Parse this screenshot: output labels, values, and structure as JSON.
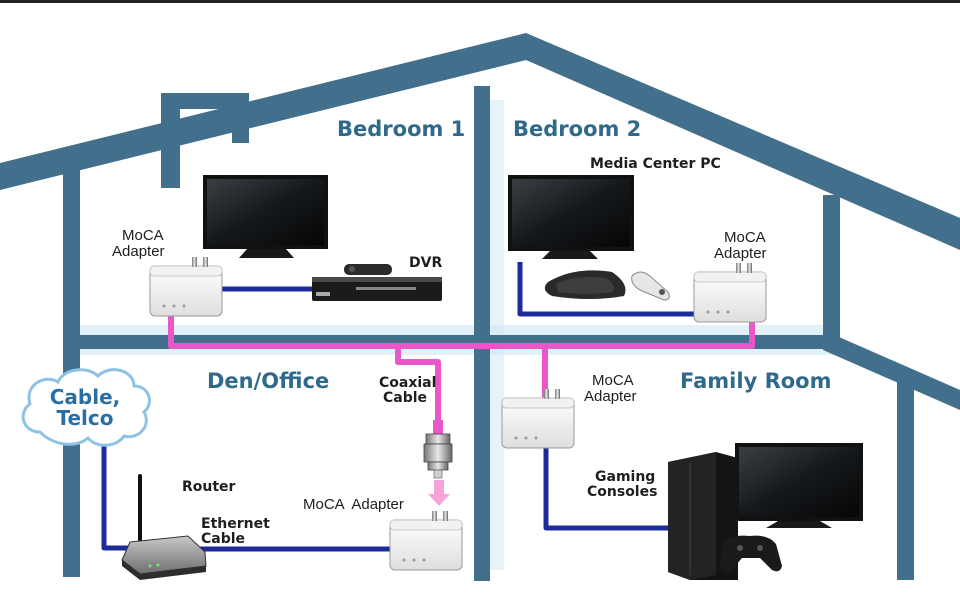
{
  "rooms": {
    "bedroom1": "Bedroom 1",
    "bedroom2": "Bedroom 2",
    "den_office": "Den/Office",
    "family_room": "Family Room"
  },
  "labels": {
    "media_center_pc": "Media Center PC",
    "dvr": "DVR",
    "moca_adapter_bedroom1_line1": "MoCA",
    "moca_adapter_bedroom1_line2": "Adapter",
    "moca_adapter_bedroom2_line1": "MoCA",
    "moca_adapter_bedroom2_line2": "Adapter",
    "moca_adapter_family_line1": "MoCA",
    "moca_adapter_family_line2": "Adapter",
    "moca_adapter_den": "MoCA  Adapter",
    "coaxial_cable_line1": "Coaxial",
    "coaxial_cable_line2": "Cable",
    "router": "Router",
    "ethernet_cable_line1": "Ethernet",
    "ethernet_cable_line2": "Cable",
    "gaming_consoles_line1": "Gaming",
    "gaming_consoles_line2": "Consoles",
    "cable_telco_line1": "Cable,",
    "cable_telco_line2": "Telco"
  },
  "colors": {
    "house_frame": "#426f8c",
    "room_title": "#2f6a8a",
    "coax_cable": "#e957c9",
    "ethernet_cable": "#1c2a9a",
    "cloud_outline": "#8fc3e6"
  }
}
